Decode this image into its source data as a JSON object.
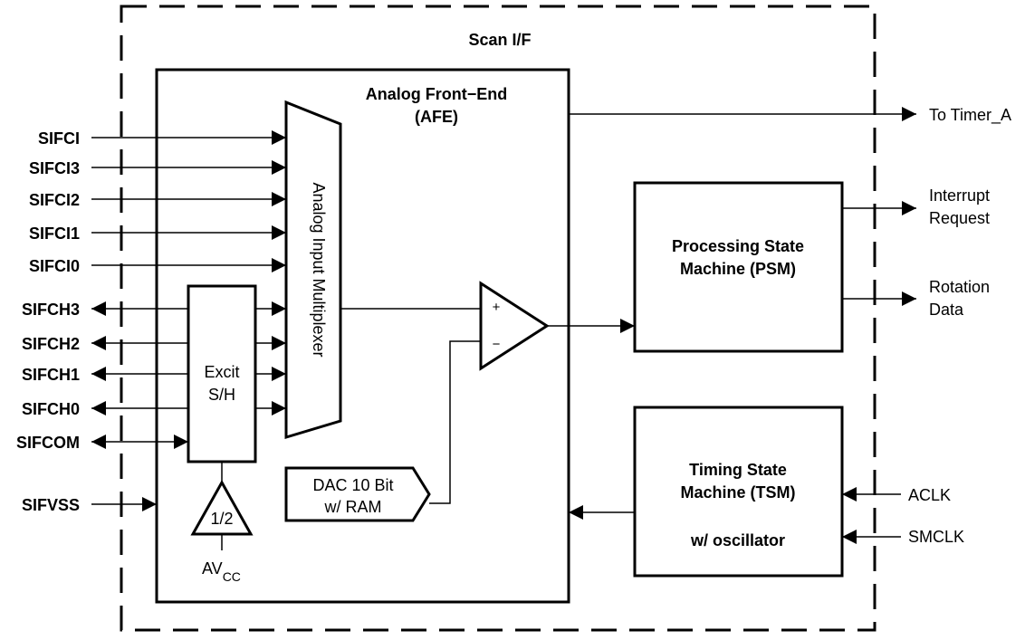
{
  "scan_if": {
    "title": "Scan I/F"
  },
  "afe": {
    "title_line1": "Analog Front−End",
    "title_line2": "(AFE)"
  },
  "mux": {
    "label": "Analog Input Multiplexer"
  },
  "excit": {
    "line1": "Excit",
    "line2": "S/H"
  },
  "half_buffer": {
    "label": "1/2",
    "supply": "AV",
    "supply_sub": "CC"
  },
  "dac": {
    "line1": "DAC 10 Bit",
    "line2": "w/ RAM"
  },
  "comparator": {
    "plus": "+",
    "minus": "−"
  },
  "psm": {
    "line1": "Processing State",
    "line2": "Machine (PSM)"
  },
  "tsm": {
    "line1": "Timing State",
    "line2": "Machine (TSM)",
    "line3": "w/ oscillator"
  },
  "inputs": {
    "sifci": "SIFCI",
    "sifci3": "SIFCI3",
    "sifci2": "SIFCI2",
    "sifci1": "SIFCI1",
    "sifci0": "SIFCI0",
    "sifch3": "SIFCH3",
    "sifch2": "SIFCH2",
    "sifch1": "SIFCH1",
    "sifch0": "SIFCH0",
    "sifcom": "SIFCOM",
    "sifvss": "SIFVSS"
  },
  "outputs": {
    "to_timer": "To Timer_A",
    "interrupt_line1": "Interrupt",
    "interrupt_line2": "Request",
    "rotation_line1": "Rotation",
    "rotation_line2": "Data"
  },
  "clocks": {
    "aclk": "ACLK",
    "smclk": "SMCLK"
  }
}
